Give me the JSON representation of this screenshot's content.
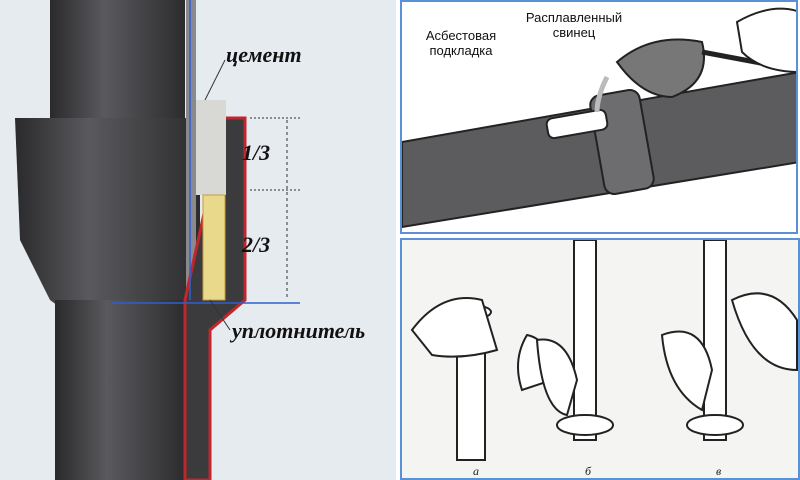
{
  "left_diagram": {
    "labels": {
      "cement": "цемент",
      "one_third": "1/3",
      "two_thirds": "2/3",
      "sealant": "уплотнитель"
    },
    "colors": {
      "pipe": "#3a3a3c",
      "socket_edge": "#c0272d",
      "sealant": "#e9d98a",
      "guide_line": "#2f5fd0"
    }
  },
  "top_right": {
    "labels": {
      "asbestos": "Асбестовая подкладка",
      "molten_lead": "Расплавленный свинец"
    }
  },
  "bottom_right": {
    "captions": [
      "а",
      "б",
      "в"
    ]
  }
}
